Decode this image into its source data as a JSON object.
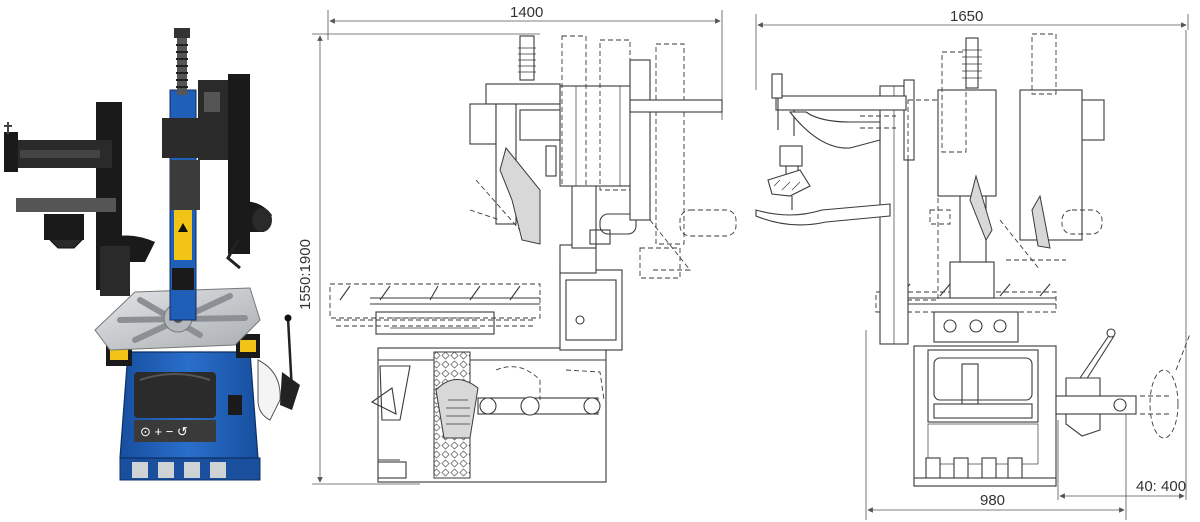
{
  "dimensions": {
    "front_width": "1400",
    "side_width": "1650",
    "height_range": "1550:1900",
    "base_depth": "980",
    "extension_range": "40: 400"
  },
  "colors": {
    "machine_blue": "#1f5fb8",
    "dark_blue": "#123f80",
    "column_black": "#1c1c1c",
    "table_silver": "#c4c8cc",
    "warning_yellow": "#f2c417",
    "line_dark": "#3a3a3a"
  }
}
